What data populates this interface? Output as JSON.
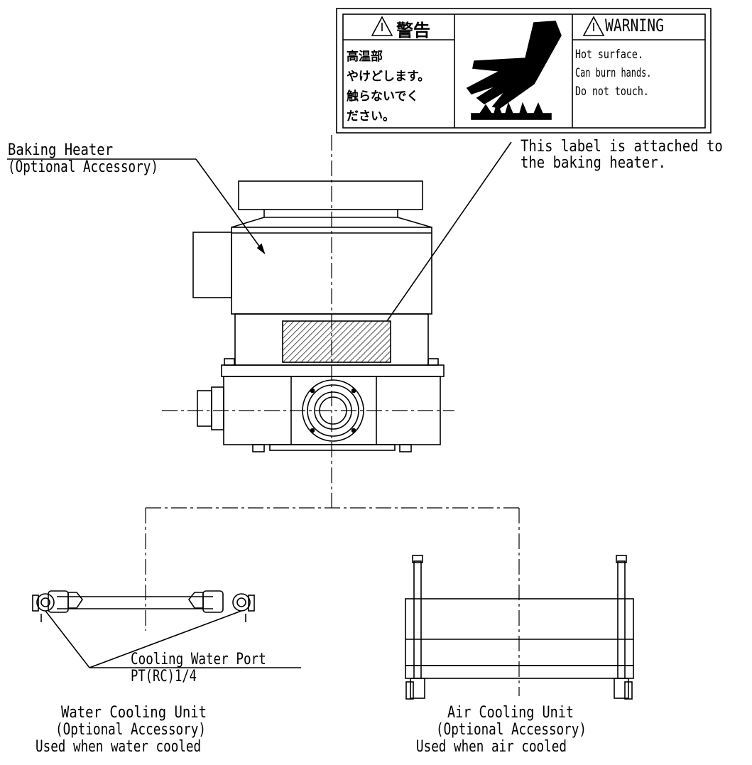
{
  "warning_label": {
    "jp_header": "警告",
    "jp_lines": [
      "高温部",
      "やけどします。",
      "触らないでく",
      "ださい。"
    ],
    "en_header": "WARNING",
    "en_lines": [
      "Hot surface.",
      "Can burn hands.",
      "Do not touch."
    ]
  },
  "callouts": {
    "label_note_line1": "This label is attached to",
    "label_note_line2": "the baking heater.",
    "baking_heater_line1": "Baking Heater",
    "baking_heater_line2": "(Optional Accessory)",
    "cooling_port_line1": "Cooling Water Port",
    "cooling_port_line2": "PT(RC)1/4"
  },
  "captions": {
    "water_line1": "Water Cooling Unit",
    "water_line2": "(Optional Accessory)",
    "water_line3": "Used when water cooled",
    "air_line1": "Air Cooling Unit",
    "air_line2": "(Optional Accessory)",
    "air_line3": "Used when air cooled"
  }
}
